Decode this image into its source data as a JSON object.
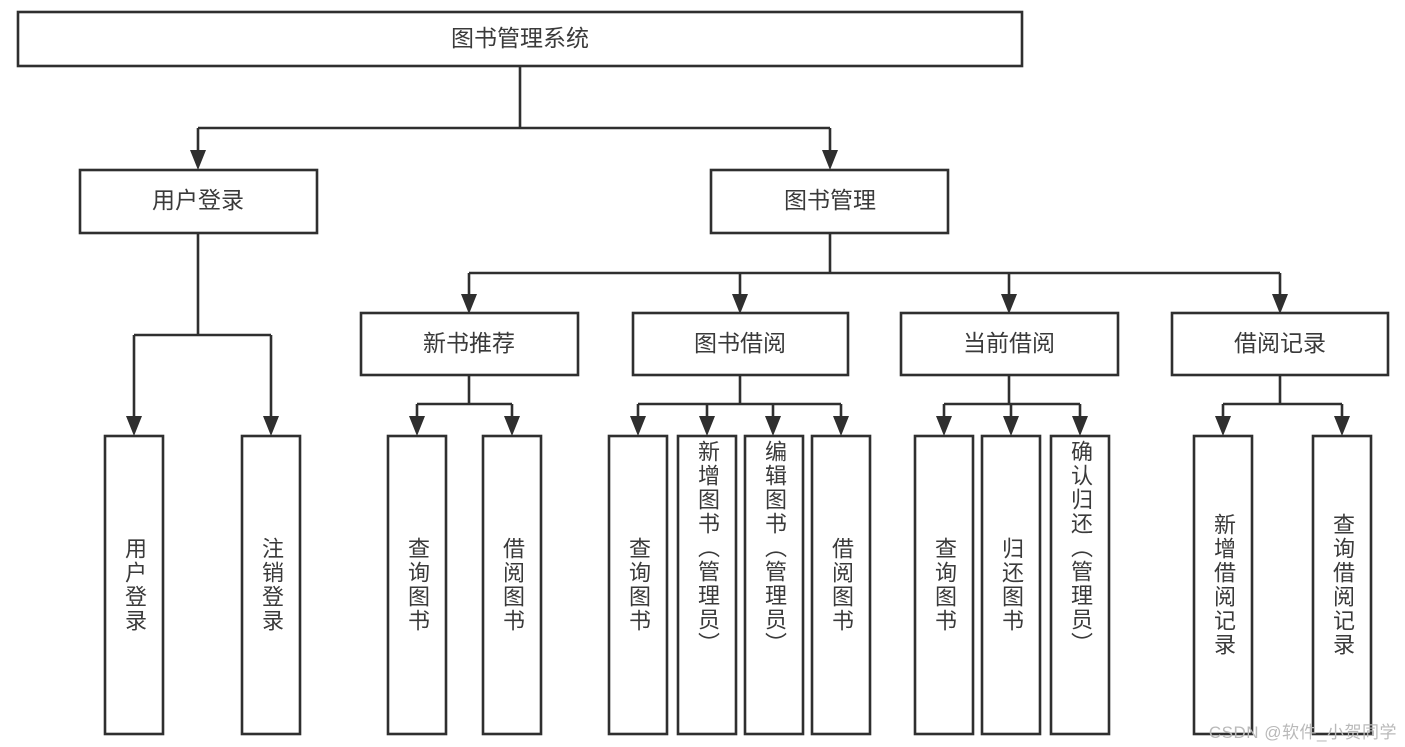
{
  "diagram": {
    "type": "tree-flowchart",
    "title": "图书管理系统",
    "colors": {
      "background": "#ffffff",
      "box_fill": "#ffffff",
      "box_stroke": "#2f2f2f",
      "connector": "#2f2f2f",
      "label_text": "#3a3a3a",
      "watermark_text": "#b9b9b9"
    },
    "root": {
      "label": "图书管理系统"
    },
    "level2": [
      {
        "label": "用户登录"
      },
      {
        "label": "图书管理"
      }
    ],
    "level3": [
      {
        "label": "新书推荐"
      },
      {
        "label": "图书借阅"
      },
      {
        "label": "当前借阅"
      },
      {
        "label": "借阅记录"
      }
    ],
    "leaves": {
      "user_login": [
        {
          "label": "用户登录"
        },
        {
          "label": "注销登录"
        }
      ],
      "new_book_recommend": [
        {
          "label": "查询图书"
        },
        {
          "label": "借阅图书"
        }
      ],
      "book_borrow": [
        {
          "label": "查询图书"
        },
        {
          "label": "新增图书（管理员）"
        },
        {
          "label": "编辑图书（管理员）"
        },
        {
          "label": "借阅图书"
        }
      ],
      "current_borrow": [
        {
          "label": "查询图书"
        },
        {
          "label": "归还图书"
        },
        {
          "label": "确认归还（管理员）"
        }
      ],
      "borrow_record": [
        {
          "label": "新增借阅记录"
        },
        {
          "label": "查询借阅记录"
        }
      ]
    },
    "watermark": "CSDN @软件_小贺同学"
  }
}
